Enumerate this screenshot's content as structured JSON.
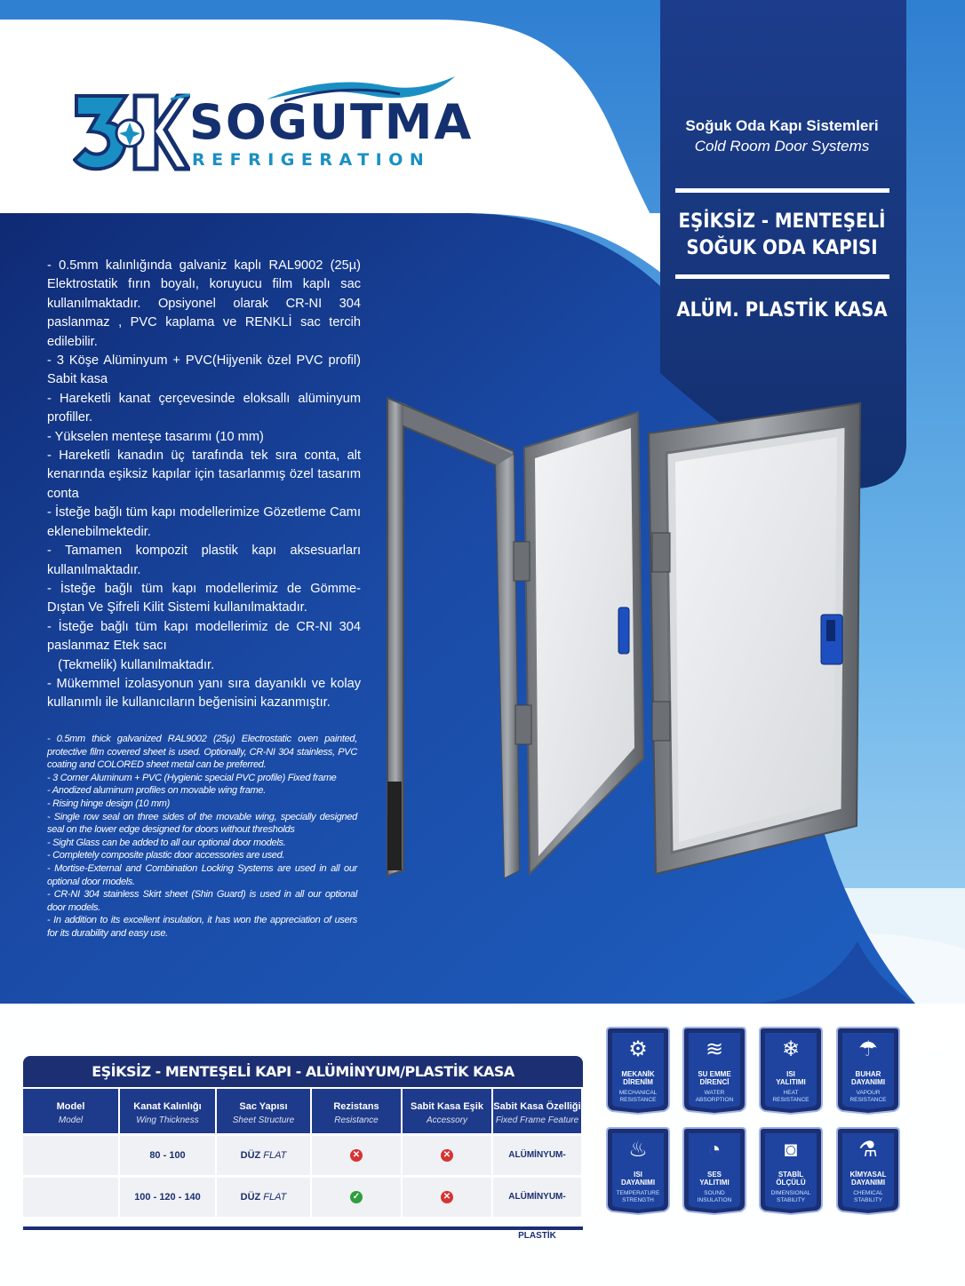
{
  "brand": {
    "name": "SOGUTMA",
    "sub": "REFRIGERATION",
    "mark": "3K"
  },
  "header": {
    "tr": "Soğuk Oda Kapı Sistemleri",
    "en": "Cold Room Door Systems"
  },
  "product": {
    "title_line1": "EŞİKSİZ - MENTEŞELİ",
    "title_line2": "SOĞUK ODA KAPISI",
    "frame": "ALÜM. PLASTİK KASA"
  },
  "features_tr": [
    "- 0.5mm kalınlığında galvaniz kaplı RAL9002 (25µ) Elektrostatik fırın boyalı, koruyucu film kaplı sac kullanılmaktadır. Opsiyonel olarak CR-NI 304 paslanmaz , PVC kaplama ve RENKLİ sac tercih edilebilir.",
    "- 3 Köşe Alüminyum + PVC(Hijyenik özel PVC profil) Sabit kasa",
    "- Hareketli kanat çerçevesinde eloksallı alüminyum profiller.",
    "- Yükselen menteşe tasarımı (10 mm)",
    "- Hareketli kanadın üç tarafında tek sıra conta, alt kenarında eşiksiz kapılar için tasarlanmış özel tasarım conta",
    "- İsteğe bağlı tüm kapı modellerimize Gözetleme Camı eklenebilmektedir.",
    "- Tamamen kompozit plastik kapı aksesuarları kullanılmaktadır.",
    "- İsteğe bağlı tüm kapı modellerimiz de Gömme-Dıştan Ve Şifreli Kilit Sistemi kullanılmaktadır.",
    "- İsteğe bağlı tüm kapı modellerimiz de CR-NI 304 paslanmaz Etek sacı",
    "   (Tekmelik) kullanılmaktadır.",
    "- Mükemmel izolasyonun yanı sıra dayanıklı ve kolay kullanımlı ile kullanıcıların beğenisini kazanmıştır."
  ],
  "features_en": [
    "- 0.5mm thick galvanized RAL9002 (25µ) Electrostatic oven painted, protective film covered sheet is used. Optionally, CR-NI 304 stainless, PVC coating and COLORED sheet metal can be preferred.",
    "- 3 Corner Aluminum + PVC (Hygienic special PVC profile) Fixed frame",
    "- Anodized aluminum profiles on movable wing frame.",
    "- Rising hinge design (10 mm)",
    "- Single row seal on three sides of the movable wing, specially designed seal on the lower edge designed for doors without thresholds",
    "- Sight Glass can be added to all our optional door models.",
    "- Completely composite plastic door accessories are used.",
    "- Mortise-External and Combination Locking Systems are used in all our optional door models.",
    "- CR-NI 304 stainless Skirt sheet (Shin Guard) is used in all our optional door models.",
    "- In addition to its excellent insulation, it has won the appreciation of users for its durability and easy use."
  ],
  "table": {
    "title": "EŞİKSİZ - MENTEŞELİ KAPI - ALÜMİNYUM/PLASTİK KASA",
    "headers": [
      {
        "tr": "Model",
        "en": "Model"
      },
      {
        "tr": "Kanat Kalınlığı",
        "en": "Wing Thickness"
      },
      {
        "tr": "Sac Yapısı",
        "en": "Sheet Structure"
      },
      {
        "tr": "Rezistans",
        "en": "Resistance"
      },
      {
        "tr": "Sabit Kasa Eşik",
        "en": "Accessory"
      },
      {
        "tr": "Sabit Kasa Özelliği",
        "en": "Fixed Frame Feature"
      }
    ],
    "rows": [
      {
        "model": "",
        "thickness": "80 - 100",
        "sheet_tr": "DÜZ",
        "sheet_en": "FLAT",
        "resistance": "no",
        "threshold": "no",
        "frame": "ALÜMİNYUM-PLASTİK"
      },
      {
        "model": "",
        "thickness": "100 - 120 - 140",
        "sheet_tr": "DÜZ",
        "sheet_en": "FLAT",
        "resistance": "yes",
        "threshold": "no",
        "frame": "ALÜMİNYUM-PLASTİK"
      }
    ]
  },
  "badges": [
    {
      "tr": [
        "MEKANİK",
        "DİRENİM"
      ],
      "en": [
        "MECHANICAL",
        "RESISTANCE"
      ],
      "icon": "gears-icon"
    },
    {
      "tr": [
        "SU EMME",
        "DİRENCİ"
      ],
      "en": [
        "WATER",
        "ABSORPTION"
      ],
      "icon": "water-layers-icon"
    },
    {
      "tr": [
        "ISI",
        "YALITIMI"
      ],
      "en": [
        "HEAT",
        "RESISTANCE"
      ],
      "icon": "thermometer-snow-icon"
    },
    {
      "tr": [
        "BUHAR",
        "DAYANIMI"
      ],
      "en": [
        "VAPOUR",
        "RESISTANCE"
      ],
      "icon": "umbrella-icon"
    },
    {
      "tr": [
        "ISI",
        "DAYANIMI"
      ],
      "en": [
        "TEMPERATURE",
        "STRENGTH"
      ],
      "icon": "flame-icon"
    },
    {
      "tr": [
        "SES",
        "YALITIMI"
      ],
      "en": [
        "SOUND",
        "INSULATION"
      ],
      "icon": "ear-icon"
    },
    {
      "tr": [
        "STABİL",
        "ÖLÇÜLÜ"
      ],
      "en": [
        "DIMENSIONAL",
        "STABILITY"
      ],
      "icon": "tape-measure-icon"
    },
    {
      "tr": [
        "KİMYASAL",
        "DAYANIMI"
      ],
      "en": [
        "CHEMICAL",
        "STABILITY"
      ],
      "icon": "flask-icon"
    }
  ],
  "colors": {
    "navy": "#1b2f72",
    "blue": "#1e4da6",
    "sky": "#4aa3e0",
    "ok": "#2e9e3f",
    "bad": "#d63333"
  }
}
